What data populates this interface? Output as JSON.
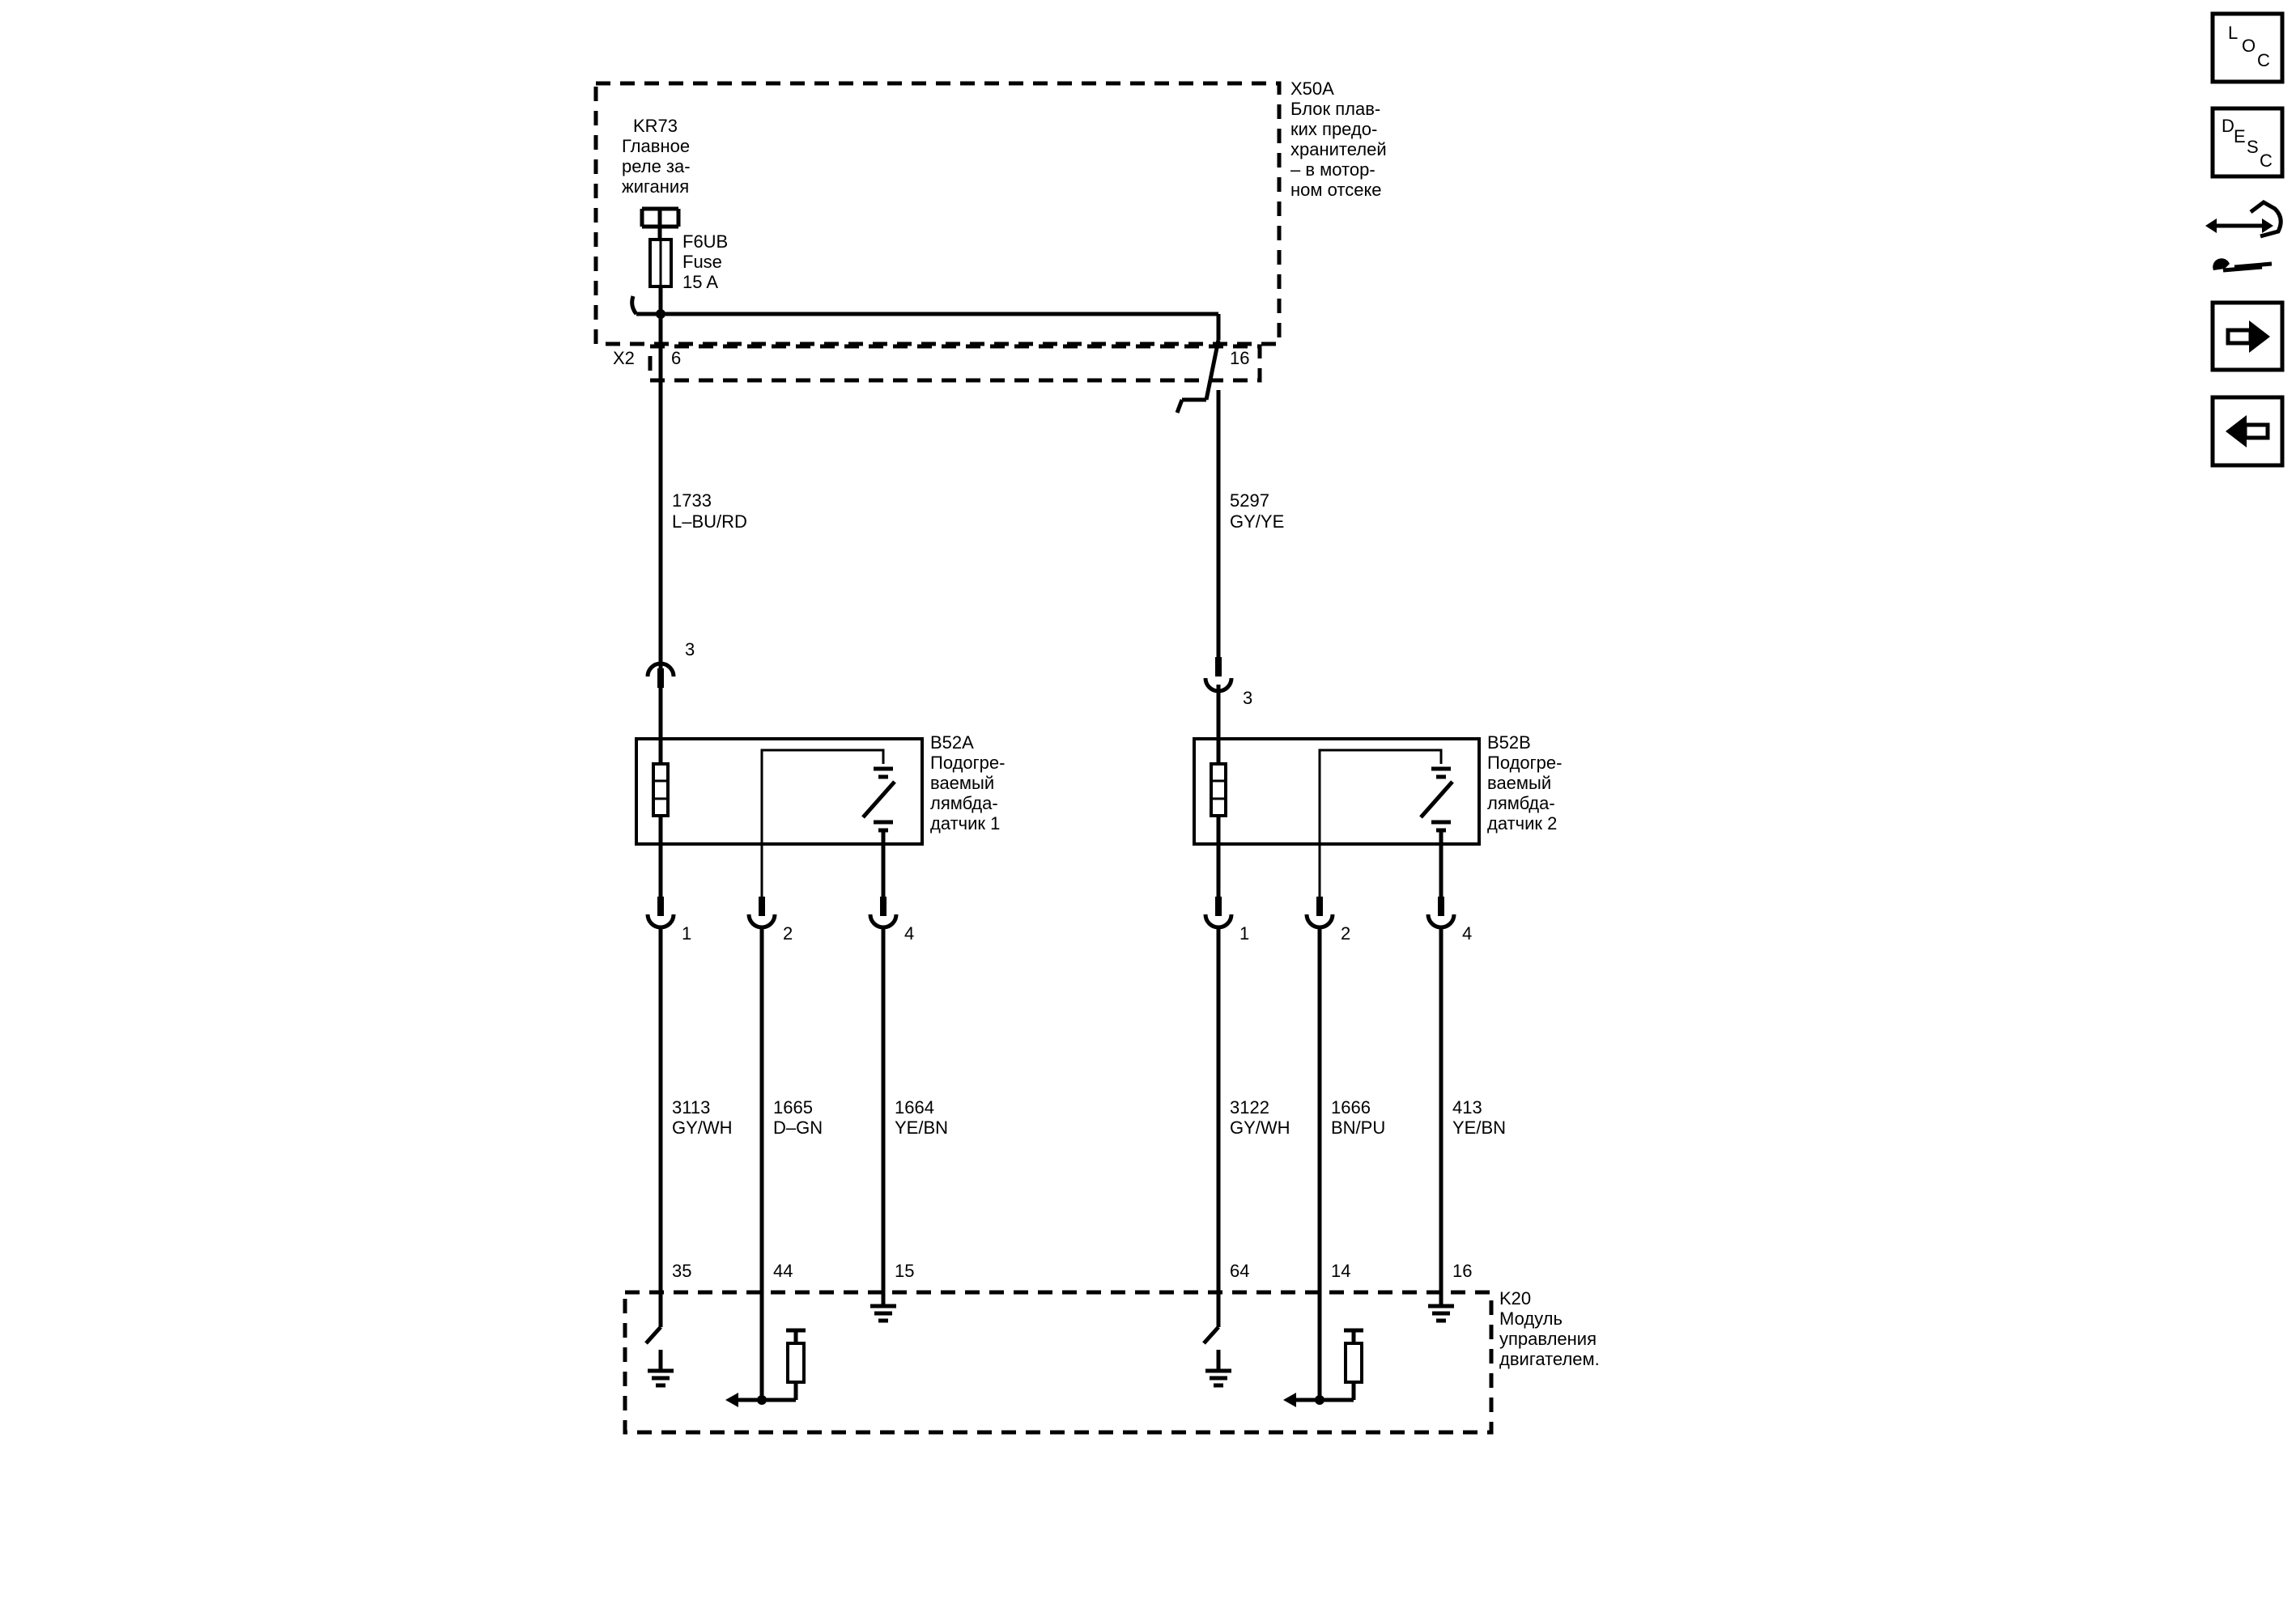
{
  "fuse_block": {
    "id": "X50A",
    "lines": [
      "Блок плав-",
      "ких предо-",
      "хранителей",
      "– в мотор-",
      "ном отсеке"
    ]
  },
  "relay": {
    "id": "KR73",
    "lines": [
      "Главное",
      "реле за-",
      "жигания"
    ]
  },
  "fuse": {
    "lines": [
      "F6UB",
      "Fuse",
      "15 A"
    ]
  },
  "connector_x2": {
    "label": "X2",
    "pin_left": "6",
    "pin_right": "16"
  },
  "wires_top": [
    {
      "circuit": "1733",
      "color": "L–BU/RD"
    },
    {
      "circuit": "5297",
      "color": "GY/YE"
    }
  ],
  "sensors": [
    {
      "id": "B52A",
      "lines": [
        "Подогре-",
        "ваемый",
        "лямбда-",
        "датчик 1"
      ],
      "pin_top": "3",
      "pins": [
        "1",
        "2",
        "4"
      ],
      "wires": [
        {
          "circuit": "3113",
          "color": "GY/WH"
        },
        {
          "circuit": "1665",
          "color": "D–GN"
        },
        {
          "circuit": "1664",
          "color": "YE/BN"
        }
      ],
      "module_pins": [
        "35",
        "44",
        "15"
      ]
    },
    {
      "id": "B52B",
      "lines": [
        "Подогре-",
        "ваемый",
        "лямбда-",
        "датчик 2"
      ],
      "pin_top": "3",
      "pins": [
        "1",
        "2",
        "4"
      ],
      "wires": [
        {
          "circuit": "3122",
          "color": "GY/WH"
        },
        {
          "circuit": "1666",
          "color": "BN/PU"
        },
        {
          "circuit": "413",
          "color": "YE/BN"
        }
      ],
      "module_pins": [
        "64",
        "14",
        "16"
      ]
    }
  ],
  "module": {
    "id": "K20",
    "lines": [
      "Модуль",
      "управления",
      "двигателем."
    ]
  },
  "nav": {
    "loc": {
      "l1": "L",
      "l2": "O",
      "l3": "C"
    },
    "desc": {
      "l1": "D",
      "l2": "E",
      "l3": "S",
      "l4": "C"
    },
    "icons": [
      "loc-icon",
      "desc-icon",
      "connector-repair-icon",
      "next-arrow-icon",
      "back-arrow-icon"
    ]
  }
}
